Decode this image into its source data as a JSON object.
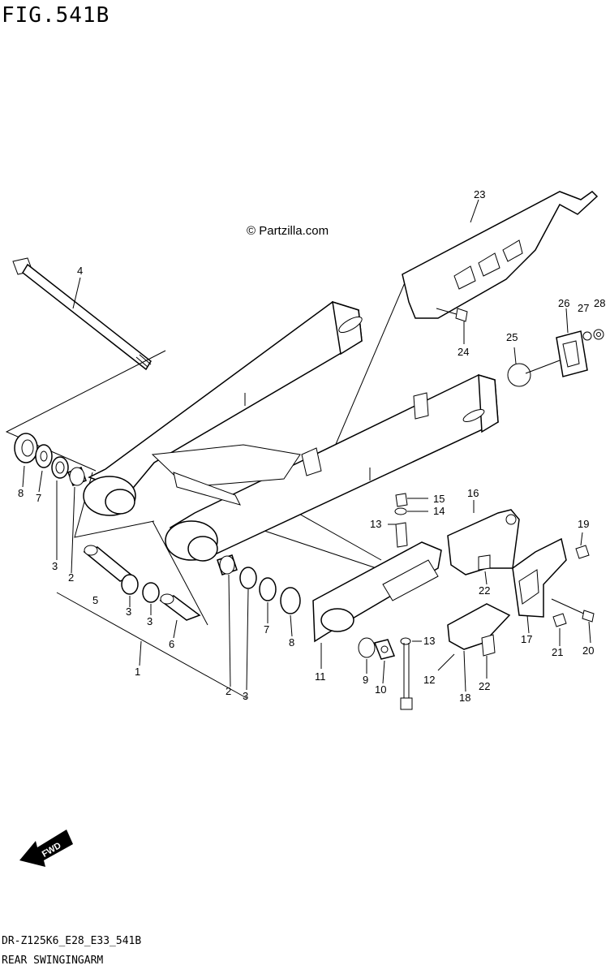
{
  "figure_title": "FIG.541B",
  "copyright": "© Partzilla.com",
  "footer": {
    "code": "DR-Z125K6_E28_E33_541B",
    "name": "REAR SWINGINGARM"
  },
  "fwd_label": "FWD",
  "callouts": [
    {
      "id": "c1",
      "text": "1"
    },
    {
      "id": "c2a",
      "text": "2"
    },
    {
      "id": "c2b",
      "text": "2"
    },
    {
      "id": "c3a",
      "text": "3"
    },
    {
      "id": "c3b",
      "text": "3"
    },
    {
      "id": "c3c",
      "text": "3"
    },
    {
      "id": "c3d",
      "text": "3"
    },
    {
      "id": "c4",
      "text": "4"
    },
    {
      "id": "c5",
      "text": "5"
    },
    {
      "id": "c6",
      "text": "6"
    },
    {
      "id": "c7a",
      "text": "7"
    },
    {
      "id": "c7b",
      "text": "7"
    },
    {
      "id": "c8a",
      "text": "8"
    },
    {
      "id": "c8b",
      "text": "8"
    },
    {
      "id": "c9",
      "text": "9"
    },
    {
      "id": "c10",
      "text": "10"
    },
    {
      "id": "c11",
      "text": "11"
    },
    {
      "id": "c12",
      "text": "12"
    },
    {
      "id": "c13a",
      "text": "13"
    },
    {
      "id": "c13b",
      "text": "13"
    },
    {
      "id": "c14",
      "text": "14"
    },
    {
      "id": "c15",
      "text": "15"
    },
    {
      "id": "c16",
      "text": "16"
    },
    {
      "id": "c17",
      "text": "17"
    },
    {
      "id": "c18",
      "text": "18"
    },
    {
      "id": "c19",
      "text": "19"
    },
    {
      "id": "c20",
      "text": "20"
    },
    {
      "id": "c21",
      "text": "21"
    },
    {
      "id": "c22a",
      "text": "22"
    },
    {
      "id": "c22b",
      "text": "22"
    },
    {
      "id": "c23",
      "text": "23"
    },
    {
      "id": "c24",
      "text": "24"
    },
    {
      "id": "c25",
      "text": "25"
    },
    {
      "id": "c26",
      "text": "26"
    },
    {
      "id": "c27",
      "text": "27"
    },
    {
      "id": "c28",
      "text": "28"
    }
  ]
}
